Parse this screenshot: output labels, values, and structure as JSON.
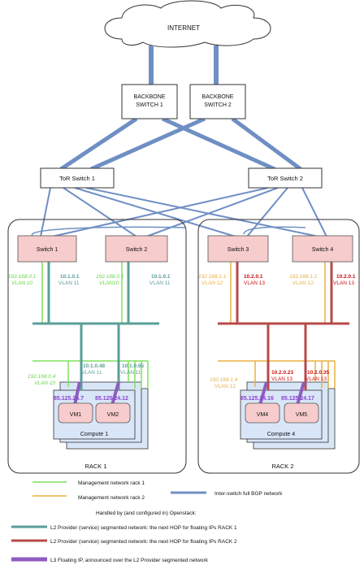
{
  "internet": {
    "label": "INTERNET"
  },
  "backbone": [
    {
      "line1": "BACKBONE",
      "line2": "SWITCH 1"
    },
    {
      "line1": "BACKBONE",
      "line2": "SWITCH 2"
    }
  ],
  "tor": [
    {
      "label": "ToR Switch 1"
    },
    {
      "label": "ToR Switch 2"
    }
  ],
  "racks": [
    {
      "label": "RACK 1"
    },
    {
      "label": "RACK 2"
    }
  ],
  "switches": [
    {
      "label": "Switch 1"
    },
    {
      "label": "Switch 2"
    },
    {
      "label": "Switch 3"
    },
    {
      "label": "Switch 4"
    }
  ],
  "switch_labels": {
    "s1_mgmt_ip": "192.168.0.1",
    "s1_mgmt_vlan": "VLAN 10",
    "s1_l2_ip": "10.1.0.1",
    "s1_l2_vlan": "VLAN 11",
    "s2_mgmt_ip": "192.168.0.1",
    "s2_mgmt_vlan": "VLAN10",
    "s2_l2_ip": "10.1.0.1",
    "s2_l2_vlan": "VLAN 11",
    "s3_mgmt_ip": "192.168.1.1",
    "s3_mgmt_vlan": "VLAN 12",
    "s3_l2_ip": "10.2.0.1",
    "s3_l2_vlan": "VLAN 13",
    "s4_mgmt_ip": "192.168.1.1",
    "s4_mgmt_vlan": "VLAN 12",
    "s4_l2_ip": "10.2.0.1",
    "s4_l2_vlan": "VLAN 13"
  },
  "compute_labels": {
    "c1_mgmt_ip": "192.168.0.4",
    "c1_mgmt_vlan": "VLAN 10",
    "c1_l2a_ip": "10.1.0.48",
    "c1_l2a_vlan": "VLAN 11",
    "c1_l2b_ip": "10.1.0.65",
    "c1_l2b_vlan": "VLAN 11",
    "c4_mgmt_ip": "192.168.1.4",
    "c4_mgmt_vlan": "VLAN 12",
    "c4_l2a_ip": "10.2.0.23",
    "c4_l2a_vlan": "VLAN 13",
    "c4_l2b_ip": "10.2.0.35",
    "c4_l2b_vlan": "VLAN 13"
  },
  "computes": [
    {
      "label": "Compute 1"
    },
    {
      "label": "Compute 4"
    }
  ],
  "vms": [
    {
      "label": "VM1",
      "ip": "85.125.24.7"
    },
    {
      "label": "VM2",
      "ip": "85.125.24.12"
    },
    {
      "label": "VM4",
      "ip": "85.125.24.16"
    },
    {
      "label": "VM5",
      "ip": "85.125.24.17"
    }
  ],
  "legend": {
    "mgmt_rack1": "Management network rack 1",
    "mgmt_rack2": "Management network rack 2",
    "bgp": "Inter-switch full BGP network",
    "openstack_heading": "Handled by (and configured in) Openstack:",
    "l2_rack1": "L2 Provider (service) segmented network: the next HOP for floating IPs RACK 1",
    "l2_rack2": "L2 Provider (service) segmented network: the next HOP for floating IPs RACK 2",
    "l3_floating": "L3 Floating IP, announced over the L2 Provider segmented network"
  },
  "colors": {
    "bgp": "#6f8fc4",
    "mgmt_rack1": "#7ee05a",
    "mgmt_rack2": "#e8b040",
    "l2_rack1": "#5a9e98",
    "l2_rack2": "#b84a4a",
    "l3_floating": "#8e5cc0",
    "switch_fill": "#f7cccc",
    "compute_fill": "#d8e6f8",
    "ip_purple": "#8e44d0",
    "red_text": "#cc1111"
  }
}
